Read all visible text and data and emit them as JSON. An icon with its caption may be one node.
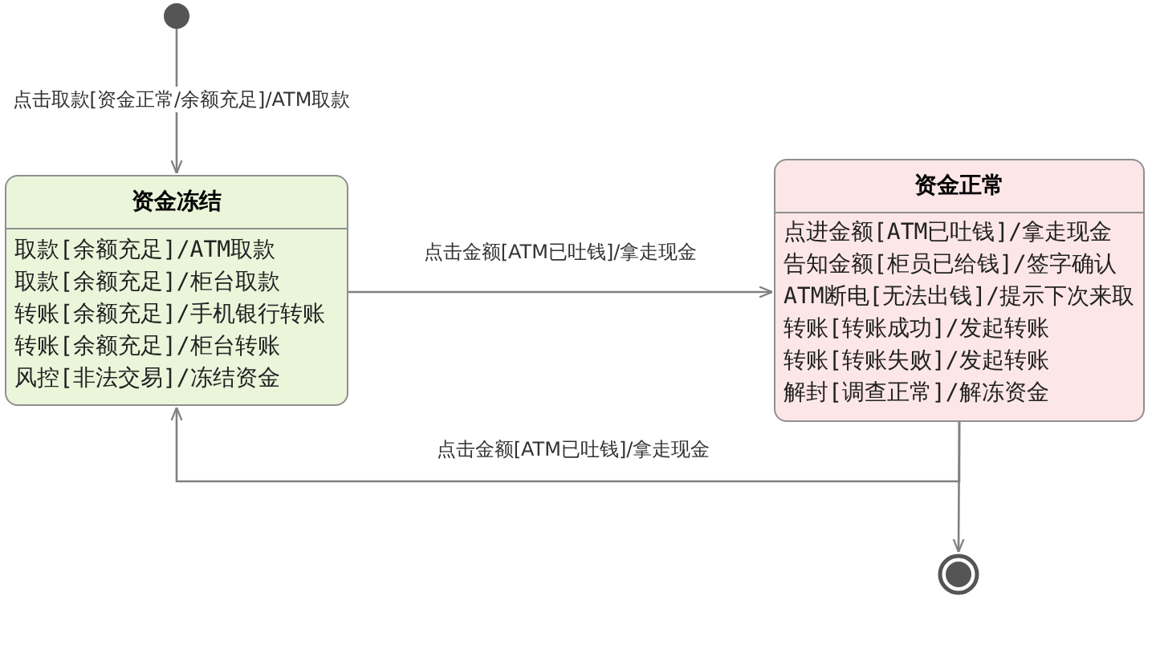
{
  "diagram": {
    "nodes": [
      {
        "text": [],
        "shape": "circle"
      },
      {
        "text": [
          "资金冻结",
          "取款[余额充足]/ATM取款",
          "取款[余额充足]/柜台取款",
          "转账[余额充足]/手机银行转账",
          "转账[余额充足]/柜台转账",
          "风控[非法交易]/冻结资金"
        ]
      },
      {
        "text": [
          "资金正常",
          "点进金额[ATM已吐钱]/拿走现金",
          "告知金额[柜员已给钱]/签字确认",
          "ATM断电[无法出钱]/提示下次来取",
          "转账[转账成功]/发起转账",
          "转账[转账失败]/发起转账",
          "解封[调查正常]/解冻资金"
        ]
      },
      {
        "text": [],
        "shape": "circle"
      }
    ],
    "edges": [
      {
        "from": 0,
        "to": 1,
        "arrow": "to",
        "label": "点击取款[资金正常/余额充足]/ATM取款"
      },
      {
        "from": 1,
        "to": 2,
        "arrow": "to",
        "label": "点击金额[ATM已吐钱]/拿走现金"
      },
      {
        "from": 2,
        "to": 1,
        "arrow": "to",
        "label": "点击金额[ATM已吐钱]/拿走现金"
      },
      {
        "from": 2,
        "to": 3,
        "arrow": "to"
      }
    ]
  }
}
